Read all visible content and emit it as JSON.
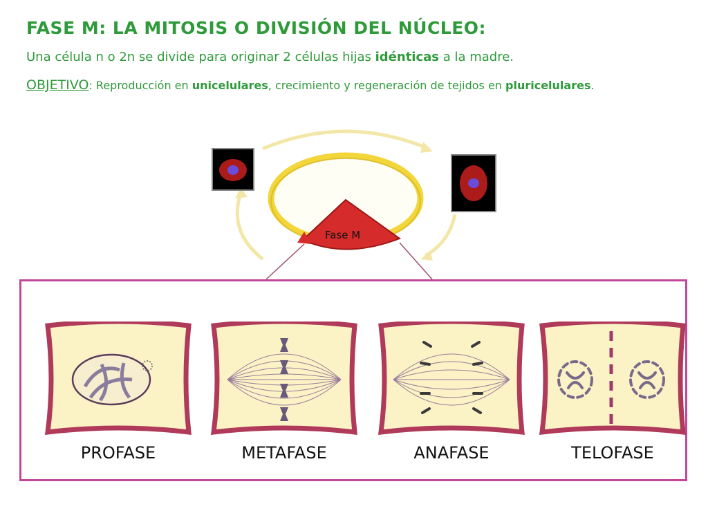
{
  "title": "FASE M: LA MITOSIS O DIVISIÓN DEL NÚCLEO:",
  "intro": {
    "pre": "Una célula n o 2n se divide para originar 2 células hijas ",
    "bold": "idénticas",
    "post": " a la madre."
  },
  "objective": {
    "label": "OBJETIVO",
    "colon": ": Reproducción en ",
    "bold1": "unicelulares",
    "mid": ", crecimiento y regeneración de tejidos en ",
    "bold2": "pluricelulares",
    "end": "."
  },
  "cycle": {
    "phase_label": "Fase M"
  },
  "stages": [
    {
      "label": "PROFASE"
    },
    {
      "label": "METAFASE"
    },
    {
      "label": "ANAFASE"
    },
    {
      "label": "TELOFASE"
    }
  ],
  "colors": {
    "text_green": "#2e9a3a",
    "frame_pink": "#c0479a",
    "cell_border": "#b03a5a",
    "cell_fill": "#fbf3c6",
    "ring_yellow": "#f2d63a",
    "wedge_red": "#d62b2b"
  }
}
